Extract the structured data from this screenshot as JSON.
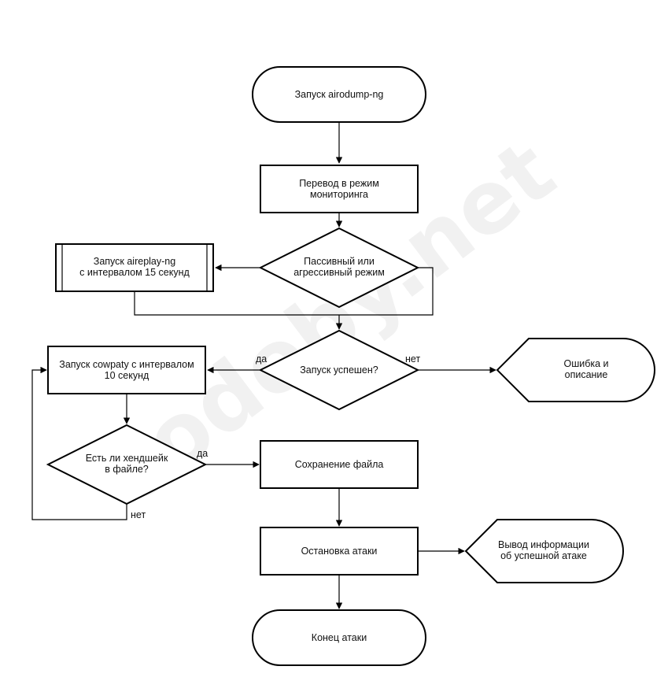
{
  "watermark": "codeby.net",
  "nodes": {
    "start": "Запуск airodump-ng",
    "monitor": [
      "Перевод в режим",
      "мониторинга"
    ],
    "mode_decision": [
      "Пассивный или",
      "агрессивный режим"
    ],
    "aireplay": [
      "Запуск aireplay-ng",
      "с интервалом 15 секунд"
    ],
    "success_decision": "Запуск успешен?",
    "error": [
      "Ошибка и",
      "описание"
    ],
    "cowpaty": [
      "Запуск cowpaty с интервалом",
      "10 секунд"
    ],
    "handshake_decision": [
      "Есть ли хендшейк",
      "в файле?"
    ],
    "save_file": "Сохранение файла",
    "stop_attack": "Остановка атаки",
    "success_output": [
      "Вывод информации",
      "об успешной атаке"
    ],
    "end": "Конец атаки"
  },
  "edge_labels": {
    "success_yes": "да",
    "success_no": "нет",
    "handshake_yes": "да",
    "handshake_no": "нет"
  }
}
